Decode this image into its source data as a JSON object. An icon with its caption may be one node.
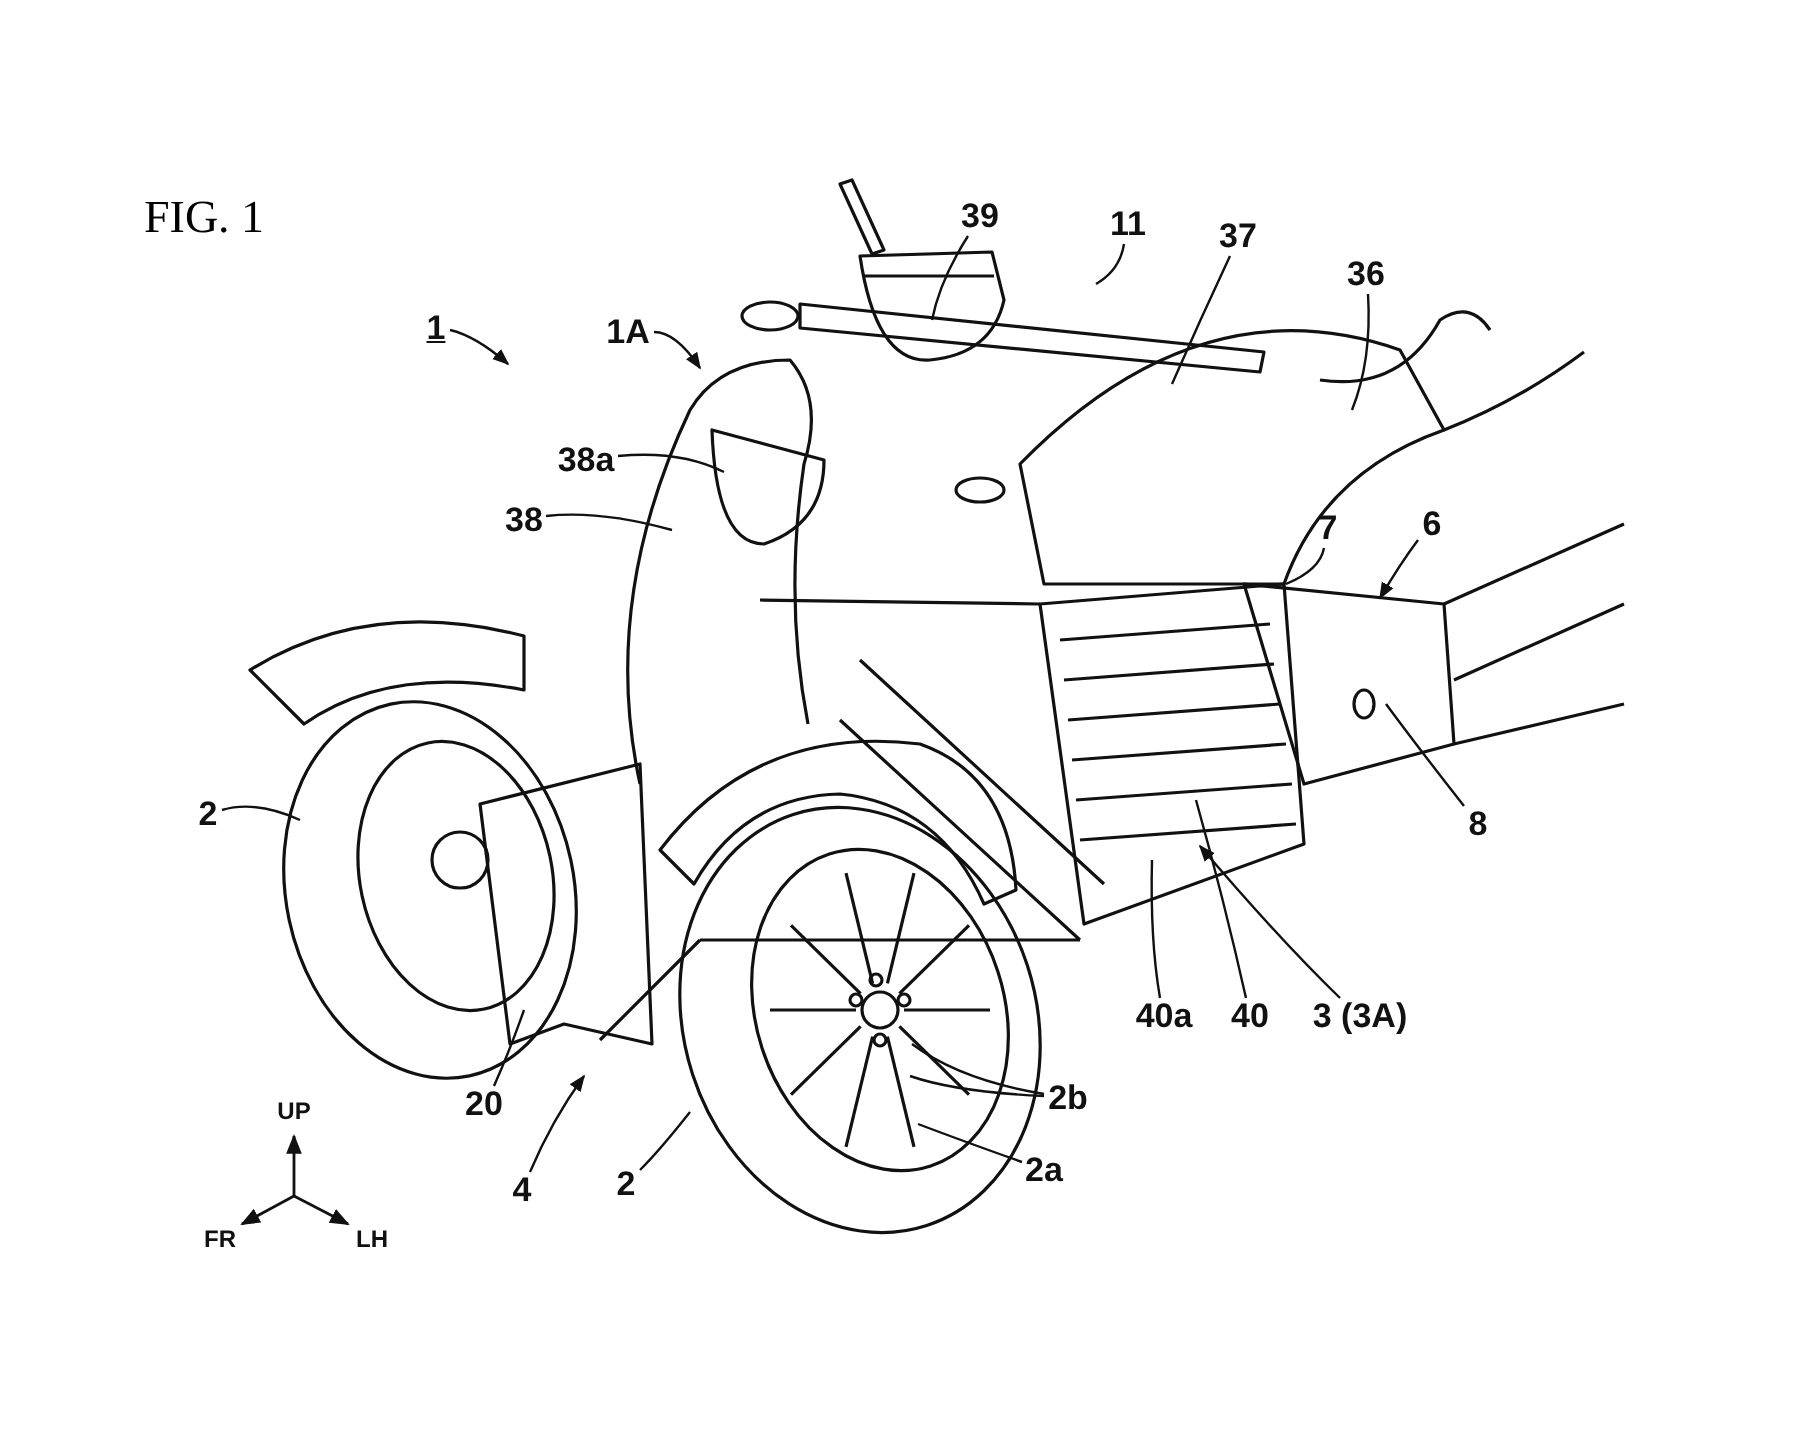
{
  "diagram": {
    "title": "FIG. 1",
    "nodes": [
      {
        "text": [
          "1"
        ]
      },
      {
        "text": [
          "1A"
        ]
      },
      {
        "text": [
          "39"
        ]
      },
      {
        "text": [
          "11"
        ]
      },
      {
        "text": [
          "37"
        ]
      },
      {
        "text": [
          "36"
        ]
      },
      {
        "text": [
          "38a"
        ]
      },
      {
        "text": [
          "38"
        ]
      },
      {
        "text": [
          "7"
        ]
      },
      {
        "text": [
          "6"
        ]
      },
      {
        "text": [
          "2"
        ]
      },
      {
        "text": [
          "8"
        ]
      },
      {
        "text": [
          "40a"
        ]
      },
      {
        "text": [
          "40"
        ]
      },
      {
        "text": [
          "3 (3A)"
        ]
      },
      {
        "text": [
          "20"
        ]
      },
      {
        "text": [
          "4"
        ]
      },
      {
        "text": [
          "2"
        ]
      },
      {
        "text": [
          "2b"
        ]
      },
      {
        "text": [
          "2a"
        ]
      }
    ],
    "edges": [
      {
        "from": 0,
        "to": null,
        "arrow": "to"
      },
      {
        "from": 1,
        "to": null,
        "arrow": "to"
      },
      {
        "from": 2,
        "to": null,
        "arrow": "none"
      },
      {
        "from": 3,
        "to": null,
        "arrow": "none"
      },
      {
        "from": 4,
        "to": null,
        "arrow": "none"
      },
      {
        "from": 5,
        "to": null,
        "arrow": "none"
      },
      {
        "from": 6,
        "to": null,
        "arrow": "none"
      },
      {
        "from": 7,
        "to": null,
        "arrow": "none"
      },
      {
        "from": 8,
        "to": null,
        "arrow": "none"
      },
      {
        "from": 9,
        "to": null,
        "arrow": "to"
      },
      {
        "from": 10,
        "to": null,
        "arrow": "none"
      },
      {
        "from": 11,
        "to": null,
        "arrow": "none"
      },
      {
        "from": 12,
        "to": null,
        "arrow": "none"
      },
      {
        "from": 13,
        "to": null,
        "arrow": "none"
      },
      {
        "from": 14,
        "to": null,
        "arrow": "to"
      },
      {
        "from": 15,
        "to": null,
        "arrow": "none"
      },
      {
        "from": 16,
        "to": null,
        "arrow": "to"
      },
      {
        "from": 17,
        "to": null,
        "arrow": "none"
      },
      {
        "from": 18,
        "to": null,
        "arrow": "none"
      },
      {
        "from": 18,
        "to": null,
        "arrow": "none"
      },
      {
        "from": 19,
        "to": null,
        "arrow": "none"
      }
    ],
    "labels": [
      "UP",
      "FR",
      "LH"
    ]
  }
}
